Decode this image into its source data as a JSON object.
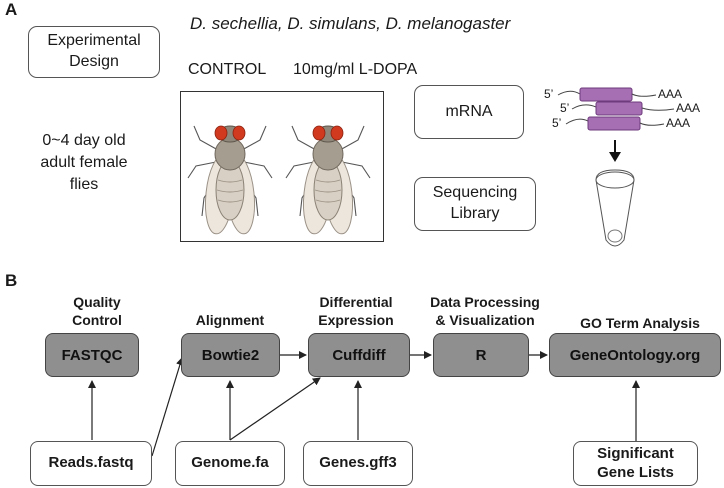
{
  "panel_a": {
    "letter": "A",
    "species": "D. sechellia, D. simulans, D. melanogaster",
    "experimental_design": "Experimental\nDesign",
    "control_label": "CONTROL",
    "treatment_label": "10mg/ml L-DOPA",
    "age_text": "0~4 day old\nadult female\nflies",
    "mrna_label": "mRNA",
    "library_label": "Sequencing\nLibrary",
    "transcripts": [
      {
        "five_prime": "5’",
        "poly_a": "AAA"
      },
      {
        "five_prime": "5’",
        "poly_a": "AAA"
      },
      {
        "five_prime": "5’",
        "poly_a": "AAA"
      }
    ],
    "colors": {
      "transcript": "#a76fb3",
      "fly_eye": "#d13a1e",
      "fly_body": "#a59d8f"
    }
  },
  "panel_b": {
    "letter": "B",
    "headers": {
      "qc": "Quality\nControl",
      "alignment": "Alignment",
      "diff": "Differential\nExpression",
      "processing": "Data Processing\n& Visualization",
      "go": "GO Term Analysis"
    },
    "tools": {
      "fastqc": "FASTQC",
      "bowtie": "Bowtie2",
      "cuffdiff": "Cuffdiff",
      "r": "R",
      "geneontology": "GeneOntology.org"
    },
    "inputs": {
      "reads": "Reads.fastq",
      "genome": "Genome.fa",
      "genes": "Genes.gff3",
      "sig_genes": "Significant\nGene Lists"
    },
    "colors": {
      "tool_box": "#8f8f8f"
    }
  }
}
